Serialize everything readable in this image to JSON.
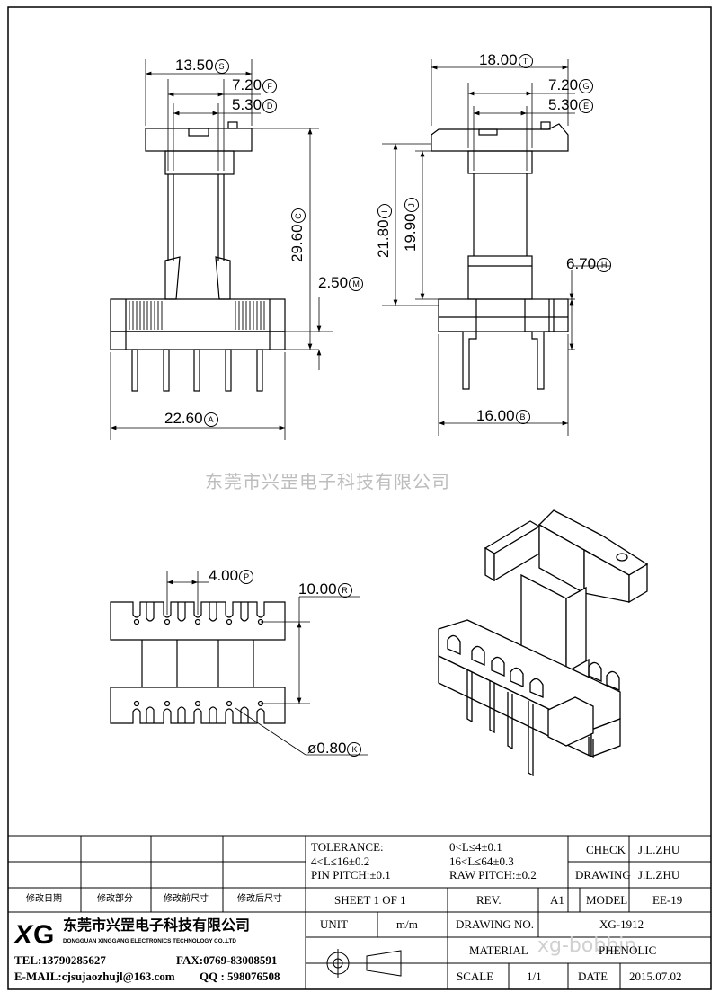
{
  "watermark": {
    "company_cn": "东莞市兴罡电子科技有限公司",
    "site": "xg-bobbin"
  },
  "dimensions": {
    "d_13_50": {
      "value": "13.50",
      "tag": "S"
    },
    "d_7_20_f": {
      "value": "7.20",
      "tag": "F"
    },
    "d_5_30_d": {
      "value": "5.30",
      "tag": "D"
    },
    "d_29_60": {
      "value": "29.60",
      "tag": "C"
    },
    "d_2_50": {
      "value": "2.50",
      "tag": "M"
    },
    "d_22_60": {
      "value": "22.60",
      "tag": "A"
    },
    "d_18_00": {
      "value": "18.00",
      "tag": "T"
    },
    "d_7_20_g": {
      "value": "7.20",
      "tag": "G"
    },
    "d_5_30_e": {
      "value": "5.30",
      "tag": "E"
    },
    "d_21_80": {
      "value": "21.80",
      "tag": "I"
    },
    "d_19_90": {
      "value": "19.90",
      "tag": "J"
    },
    "d_6_70": {
      "value": "6.70",
      "tag": "H"
    },
    "d_16_00": {
      "value": "16.00",
      "tag": "B"
    },
    "d_4_00": {
      "value": "4.00",
      "tag": "P"
    },
    "d_10_00": {
      "value": "10.00",
      "tag": "R"
    },
    "d_0_80": {
      "value": "ø0.80",
      "tag": "K"
    }
  },
  "title_block": {
    "revision_headers": [
      "修改日期",
      "修改部分",
      "修改前尺寸",
      "修改后尺寸"
    ],
    "tolerance_label": "TOLERANCE:",
    "tol_1": "0<L≤4±0.1",
    "tol_2": "4<L≤16±0.2",
    "tol_3": "16<L≤64±0.3",
    "pin_pitch": "PIN PITCH:±0.1",
    "raw_pitch": "RAW PITCH:±0.2",
    "check_label": "CHECK",
    "check_value": "J.L.ZHU",
    "drawing_label": "DRAWING",
    "drawing_value": "J.L.ZHU",
    "sheet": "SHEET 1 OF 1",
    "rev_label": "REV.",
    "rev_value": "A1",
    "model_label": "MODEL",
    "model_value": "EE-19",
    "unit_label": "UNIT",
    "unit_value": "m/m",
    "drawing_no_label": "DRAWING NO.",
    "drawing_no_value": "XG-1912",
    "material_label": "MATERIAL",
    "material_value": "PHENOLIC",
    "scale_label": "SCALE",
    "scale_value": "1/1",
    "date_label": "DATE",
    "date_value": "2015.07.02",
    "logo_text": "XG",
    "company_cn": "东莞市兴罡电子科技有限公司",
    "company_en": "DONGGUAN XINGGANG ELECTRONICS TECHNOLOGY CO.,LTD",
    "tel": "TEL:13790285627",
    "fax": "FAX:0769-83008591",
    "email": "E-MAIL:cjsujaozhujl@163.com",
    "qq": "QQ : 598076508"
  }
}
